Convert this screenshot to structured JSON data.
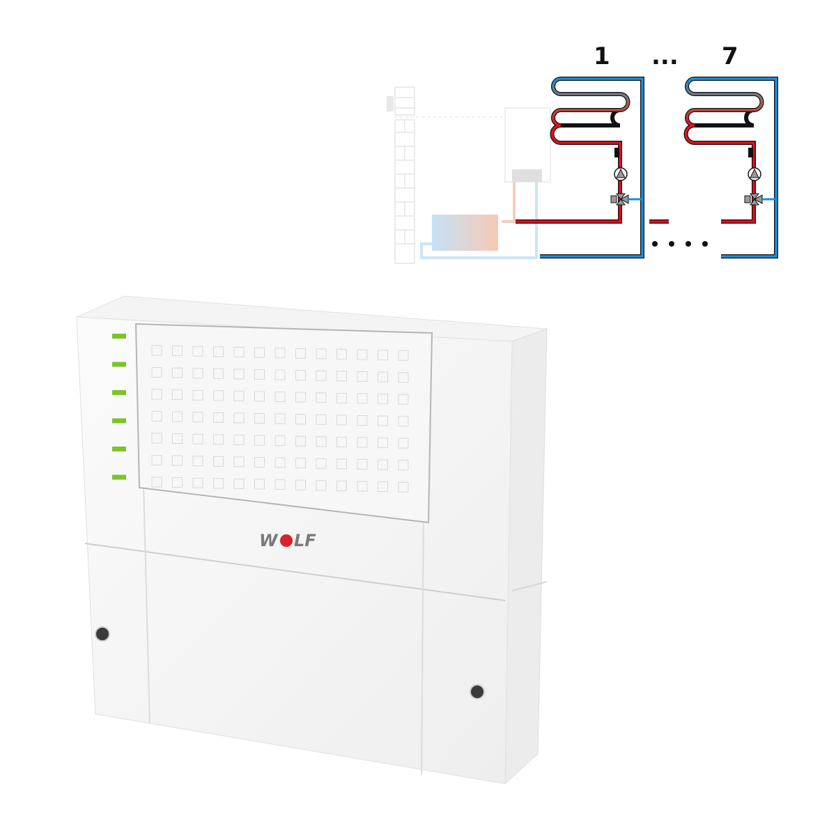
{
  "diagram": {
    "circuit_labels": [
      "1",
      "...",
      "7"
    ],
    "colors": {
      "flow": "#e0101e",
      "return": "#1a8fe0",
      "led": "#7cc42a",
      "logo_dot": "#d8232a"
    }
  },
  "product": {
    "logo_text": "WOLF",
    "led_count": 6
  }
}
